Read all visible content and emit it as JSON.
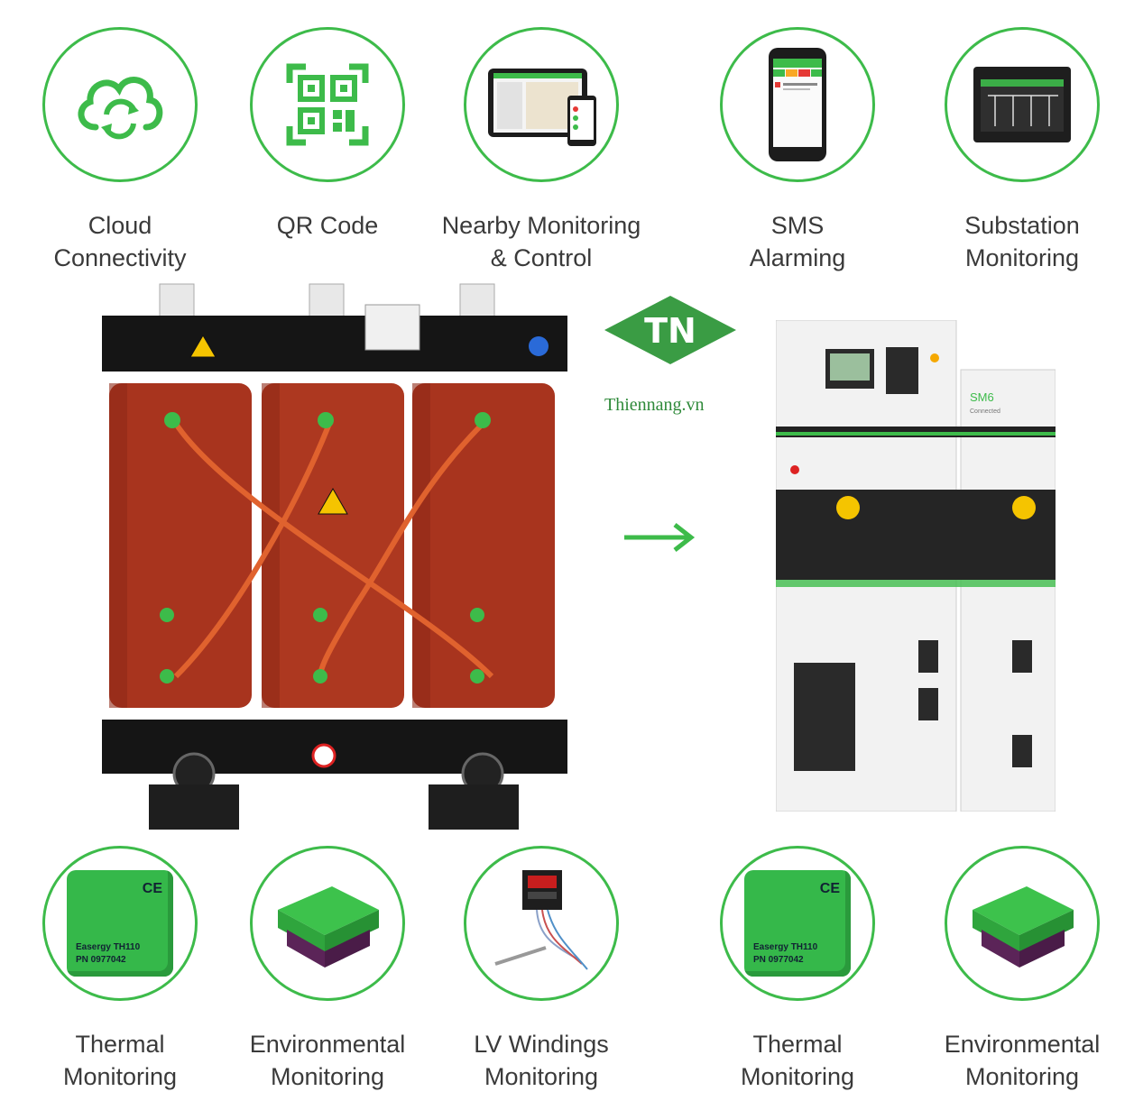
{
  "brand_color": "#3dbb4a",
  "logo": {
    "mark": "TN",
    "text": "Thiennang.vn"
  },
  "top_features": [
    {
      "line1": "Cloud",
      "line2": "Connectivity",
      "icon": "cloud-sync-icon"
    },
    {
      "line1": "QR Code",
      "line2": "",
      "icon": "qr-code-icon"
    },
    {
      "line1": "Nearby Monitoring",
      "line2": "& Control",
      "icon": "tablet-phone-icon"
    },
    {
      "line1": "SMS",
      "line2": "Alarming",
      "icon": "smartphone-icon"
    },
    {
      "line1": "Substation",
      "line2": "Monitoring",
      "icon": "hmi-screen-icon"
    }
  ],
  "bottom_features": [
    {
      "line1": "Thermal",
      "line2": "Monitoring",
      "icon": "thermal-sensor-icon",
      "sensor_text": "Easergy TH110",
      "sensor_pn": "PN 0977042"
    },
    {
      "line1": "Environmental",
      "line2": "Monitoring",
      "icon": "environmental-sensor-icon"
    },
    {
      "line1": "LV Windings",
      "line2": "Monitoring",
      "icon": "lv-relay-icon"
    },
    {
      "line1": "Thermal",
      "line2": "Monitoring",
      "icon": "thermal-sensor-icon",
      "sensor_text": "Easergy TH110",
      "sensor_pn": "PN 0977042"
    },
    {
      "line1": "Environmental",
      "line2": "Monitoring",
      "icon": "environmental-sensor-icon"
    }
  ],
  "switchgear": {
    "model": "SM6",
    "status": "Connected"
  }
}
